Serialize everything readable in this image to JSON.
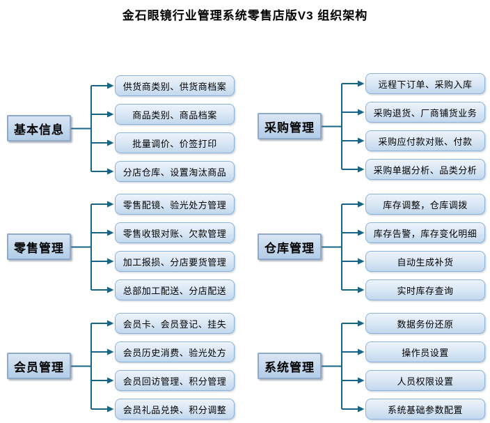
{
  "title": "金石眼镜行业管理系统零售店版V3  组织架构",
  "colors": {
    "connector_line": "#176489",
    "child_box_border": "#8ab2da",
    "child_box_fill_top": "#ecf3fb",
    "child_box_fill_bottom": "#c2d8ee",
    "parent_box_border": "#8da8c8",
    "parent_box_fill_top": "#d9e6f4",
    "parent_box_fill_bottom": "#b4cde8",
    "text": "#000000"
  },
  "groups": [
    {
      "id": "basic-info",
      "label": "基本信息",
      "children": [
        "供货商类别、供货商档案",
        "商品类别、商品档案",
        "批量调价、价签打印",
        "分店仓库、设置淘汰商品"
      ]
    },
    {
      "id": "retail-mgmt",
      "label": "零售管理",
      "children": [
        "零售配镜、验光处方管理",
        "零售收银对账、欠款管理",
        "加工报损、分店要货管理",
        "总部加工配送、分店配送"
      ]
    },
    {
      "id": "member-mgmt",
      "label": "会员管理",
      "children": [
        "会员卡、会员登记、挂失",
        "会员历史消费、验光处方",
        "会员回访管理、积分管理",
        "会员礼品兑换、积分调整"
      ]
    },
    {
      "id": "purchase-mgmt",
      "label": "采购管理",
      "children": [
        "远程下订单、采购入库",
        "采购退货、厂商铺货业务",
        "采购应付款对账、付款",
        "采购单据分析、品类分析"
      ]
    },
    {
      "id": "warehouse-mgmt",
      "label": "仓库管理",
      "children": [
        "库存调整，仓库调拨",
        "库存告警，库存变化明细",
        "自动生成补货",
        "实时库存查询"
      ]
    },
    {
      "id": "system-mgmt",
      "label": "系统管理",
      "children": [
        "数据务份还原",
        "操作员设置",
        "人员权限设置",
        "系统基础参数配置"
      ]
    }
  ]
}
